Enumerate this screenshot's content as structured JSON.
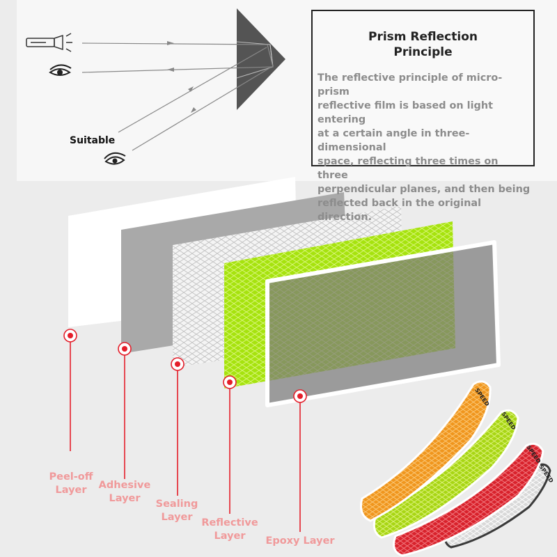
{
  "principle": {
    "title": "Prism Reflection\nPrinciple",
    "text": "The reflective principle of micro-prism\nreflective film is based on light entering\nat a certain angle in three-dimensional\nspace, reflecting three times on three\nperpendicular planes, and then being\nreflected back in the original direction."
  },
  "diagram": {
    "suitable_label": "Suitable",
    "icons": [
      "flashlight-icon",
      "eye-icon",
      "eye-icon"
    ]
  },
  "layers": [
    {
      "label": "Peel-off\nLayer"
    },
    {
      "label": "Adhesive\nLayer"
    },
    {
      "label": "Sealing\nLayer"
    },
    {
      "label": "Reflective\nLayer"
    },
    {
      "label": "Epoxy Layer"
    }
  ],
  "colors": {
    "label": "#f0999a",
    "marker": "#e41e2a",
    "reflective": "#a6e30e",
    "adhesive": "#a9a9a9",
    "epoxy": "#8a8a8a",
    "strip_orange": "#f0961e",
    "strip_green": "#a8d614",
    "strip_red": "#d8222c",
    "strip_white": "#d8d8d8"
  },
  "strips": [
    {
      "name": "orange-strip",
      "text": "SPEED"
    },
    {
      "name": "green-strip",
      "text": "SPEED"
    },
    {
      "name": "red-strip",
      "text": "SPEED"
    },
    {
      "name": "white-strip",
      "text": "SPEED"
    }
  ]
}
